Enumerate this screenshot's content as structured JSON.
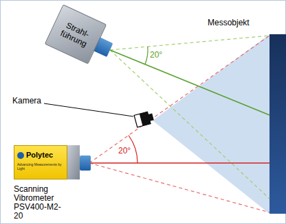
{
  "diagram": {
    "nodes": [
      {
        "text": [
          "Strahl- führung"
        ]
      },
      {
        "text": [
          "Polytec",
          "Advancing Measurements by Light"
        ]
      },
      {
        "text": [
          "Messobjekt"
        ]
      }
    ],
    "labels": [
      "Kamera",
      "20°",
      "20°",
      "Scanning Vibrometer PSV400-M2-20"
    ]
  }
}
